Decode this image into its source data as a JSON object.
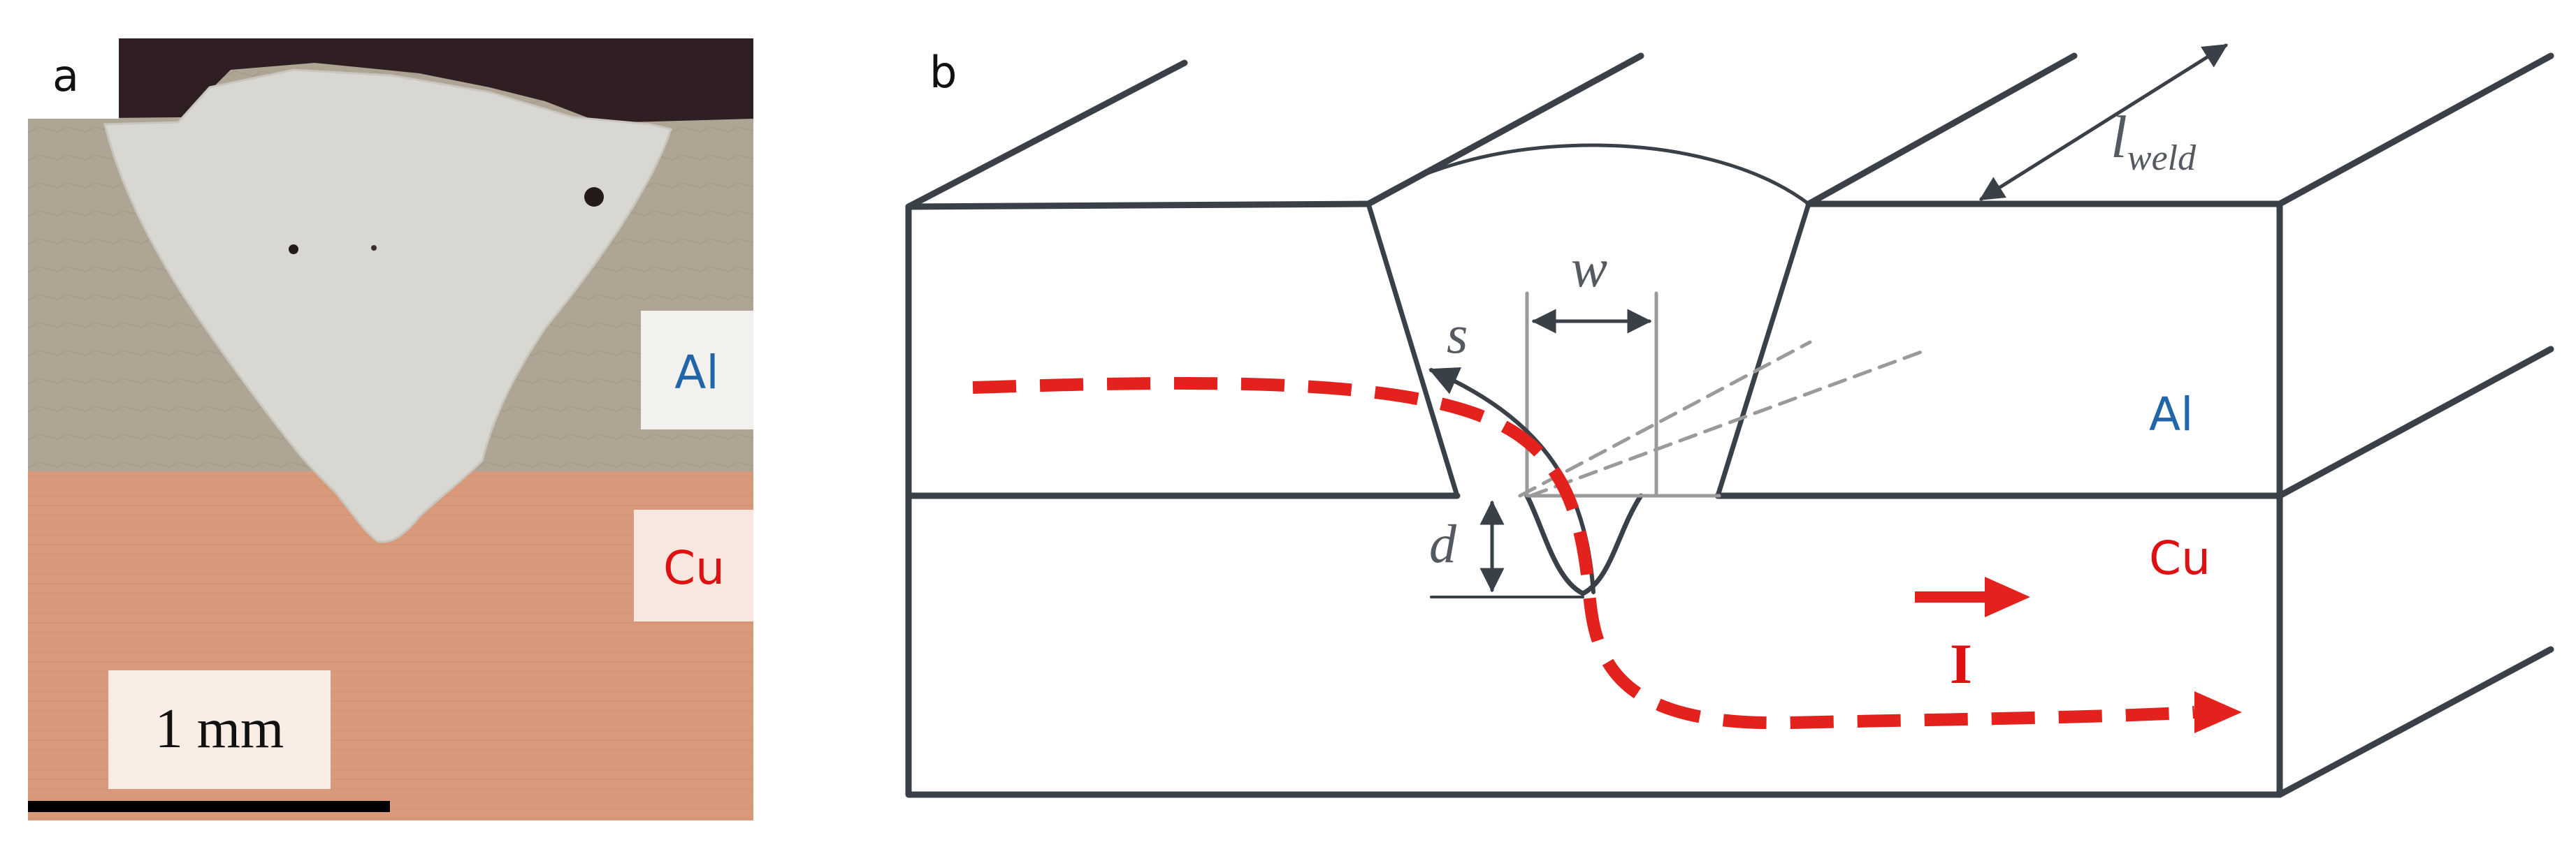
{
  "panels": {
    "a": {
      "label": "a",
      "material_top": "Al",
      "material_bottom": "Cu",
      "scale_bar": "1 mm"
    },
    "b": {
      "label": "b",
      "material_top": "Al",
      "material_bottom": "Cu",
      "dimension_weld_length": "l",
      "dimension_weld_length_sub": "weld",
      "dimension_width": "w",
      "dimension_depth": "d",
      "dimension_path": "s",
      "current": "I"
    }
  },
  "colors": {
    "line": "#3a4048",
    "current_path": "#e3211d",
    "al_text": "#2266aa",
    "cu_text": "#dd1111",
    "al_metal": "#aea594",
    "cu_metal": "#d99a7c",
    "weld_metal": "#d9d7d2",
    "void": "#2f1f22"
  }
}
